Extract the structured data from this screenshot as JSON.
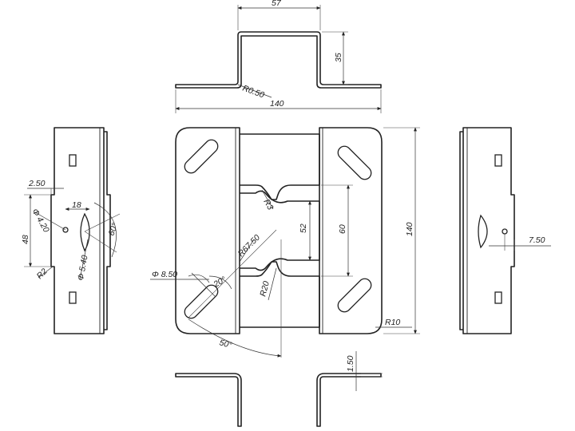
{
  "dimensions": {
    "top_width": "57",
    "top_height": "35",
    "bend_radius": "R0.50",
    "top_length": "140",
    "overall_height": "140",
    "window_height": "60",
    "slot_spacing": "52",
    "fillet_r3": "R3",
    "arc_r67": "R67.50",
    "arc_r20": "R20",
    "angle_20": "20°",
    "angle_50": "50°",
    "corner_r10": "R10",
    "hole_8_50": "Φ 8.50",
    "left_2_50": "2.50",
    "left_18": "18",
    "left_hole_4_20": "Φ 4.20",
    "left_48": "48",
    "left_angle_60": "60°",
    "left_slot_5_40": "Φ 5.40",
    "left_r2": "R2",
    "right_7_50": "7.50",
    "thickness_1_50": "1.50"
  }
}
